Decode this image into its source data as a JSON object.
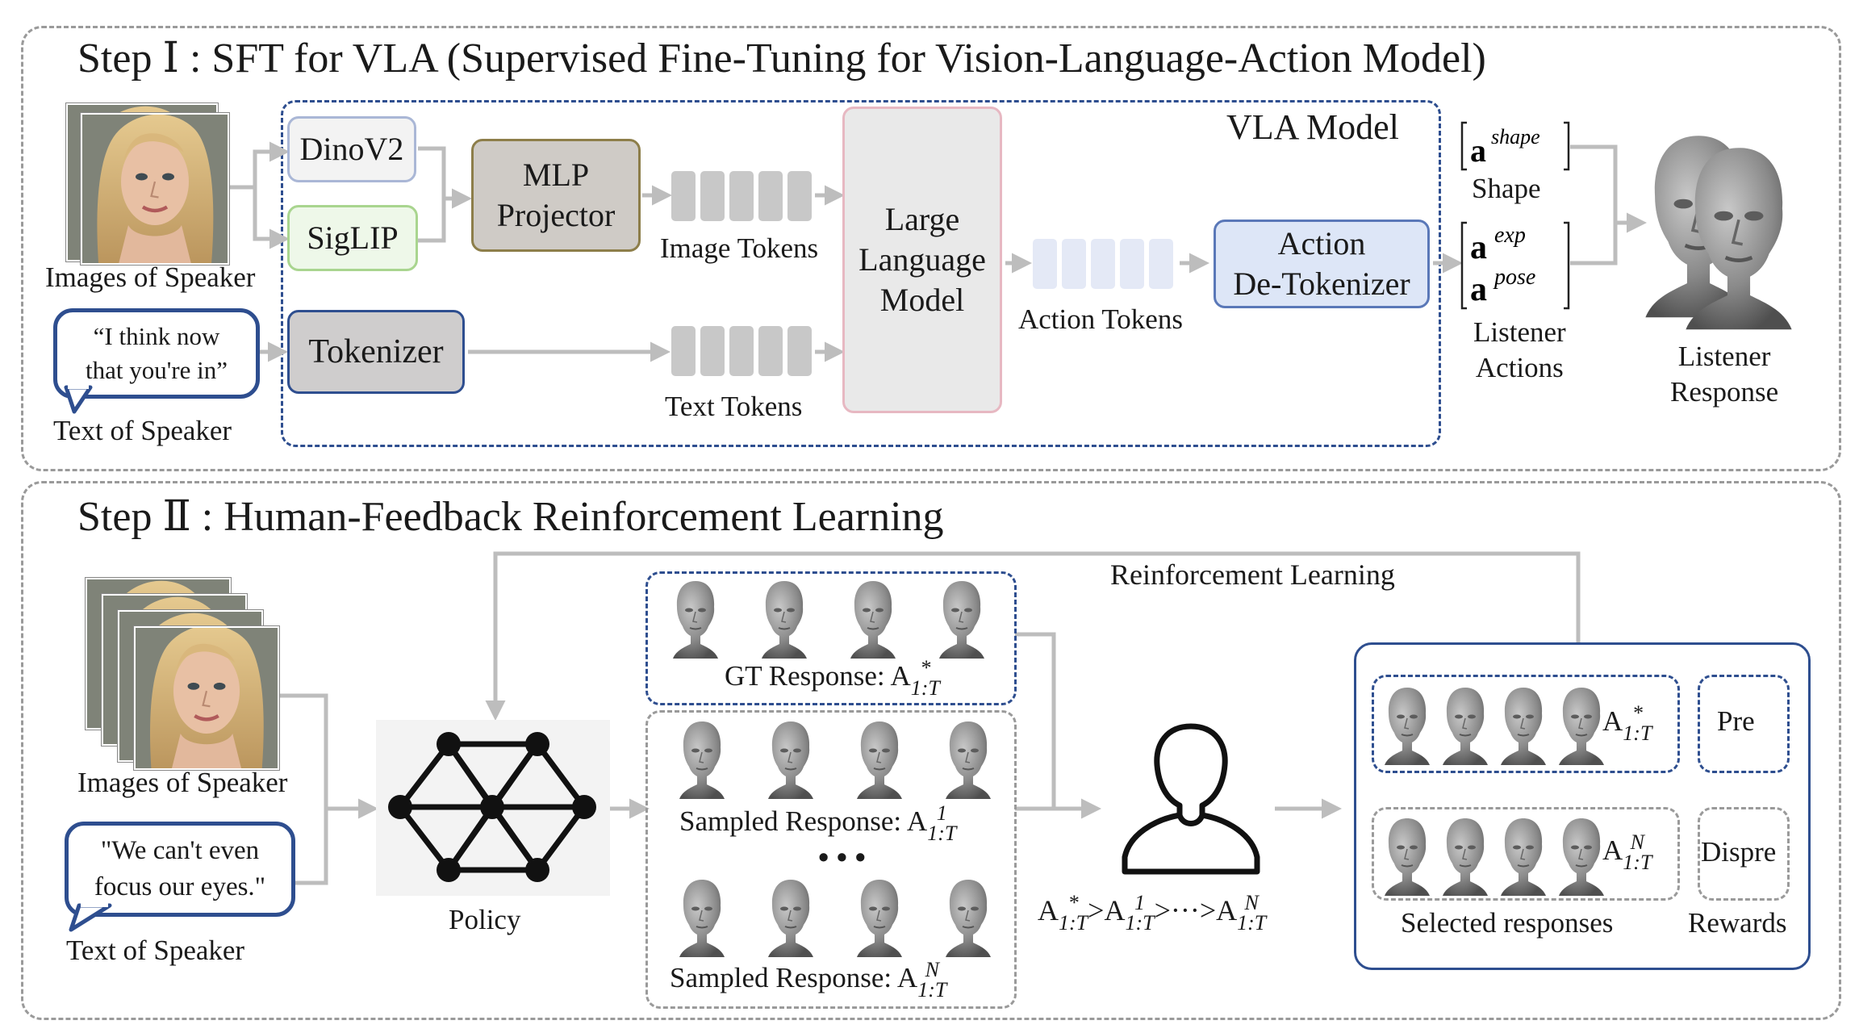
{
  "step1": {
    "title": "Step Ⅰ  : SFT for VLA (Supervised Fine-Tuning for Vision-Language-Action Model)",
    "images_label": "Images of Speaker",
    "speech_line1": "“I think now",
    "speech_line2": "that you're in”",
    "text_label": "Text of Speaker",
    "dinov2": "DinoV2",
    "siglip": "SigLIP",
    "tokenizer": "Tokenizer",
    "mlp_line1": "MLP",
    "mlp_line2": "Projector",
    "image_tokens": "Image Tokens",
    "text_tokens": "Text Tokens",
    "llm_line1": "Large",
    "llm_line2": "Language",
    "llm_line3": "Model",
    "vla_model": "VLA Model",
    "action_tokens": "Action Tokens",
    "detok_line1": "Action",
    "detok_line2": "De-Tokenizer",
    "shape_label": "Shape",
    "listener_actions_line1": "Listener",
    "listener_actions_line2": "Actions",
    "listener_response_line1": "Listener",
    "listener_response_line2": "Response",
    "math_a": "a",
    "sup_shape": "shape",
    "sup_exp": "exp",
    "sup_pose": "pose"
  },
  "step2": {
    "title": "Step Ⅱ  : Human-Feedback Reinforcement Learning",
    "images_label": "Images of Speaker",
    "speech_line1": "\"We can't even",
    "speech_line2": "focus our eyes.\"",
    "text_label": "Text of Speaker",
    "policy": "Policy",
    "rl_label": "Reinforcement Learning",
    "gt_response": "GT Response: A",
    "sampled_response": "Sampled Response: A",
    "sub_1T": "1:T",
    "sup_star": "*",
    "sup_1": "1",
    "sup_N": "N",
    "dots": "• • •",
    "ranking_A": "A",
    "ranking_gt": ">",
    "ranking_mid": ">···>",
    "selected_responses": "Selected responses",
    "rewards": "Rewards",
    "pre": "Pre",
    "dispre": "Dispre"
  },
  "colors": {
    "blue_border": "#2e4e8f",
    "gray_fill": "#cfcdcd",
    "llm_fill": "#e9e9e9",
    "llm_border": "#e7b8c2",
    "detok_fill": "#dde6f7",
    "siglip_fill": "#eef8e9",
    "siglip_border": "#a9d58f",
    "mlp_fill": "#cfcbc6",
    "mlp_border": "#8d7e4a",
    "arrow_gray": "#bdbdbd",
    "image_token": "#c8c8c8",
    "action_token": "#e4e9f6"
  },
  "icons": {
    "speaker_photo": "speaker-face-photo",
    "head_model": "3d-head-icon",
    "policy_network": "neural-network-icon",
    "human": "human-person-icon"
  }
}
